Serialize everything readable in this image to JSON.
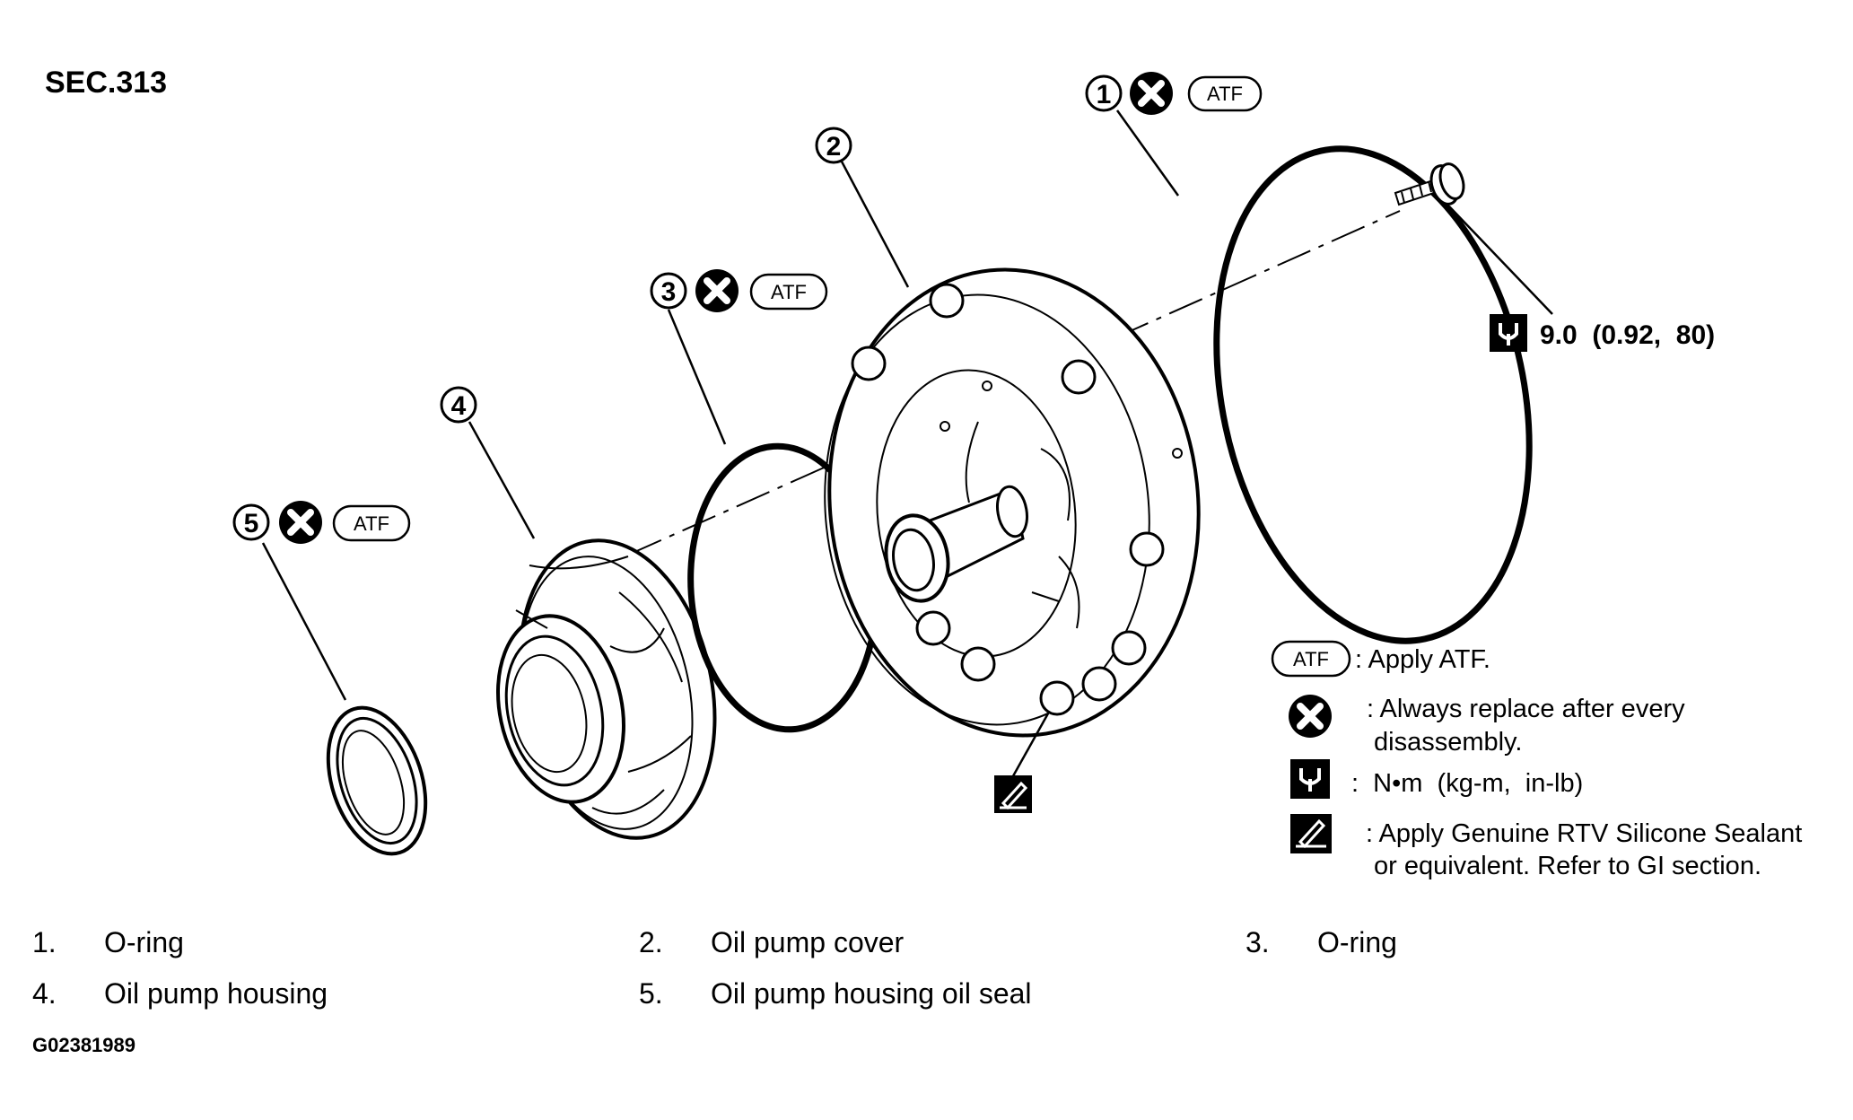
{
  "section_label": "SEC.313",
  "callouts": [
    {
      "number": "①",
      "symbols": [
        "replace",
        "ATF"
      ]
    },
    {
      "number": "②",
      "symbols": []
    },
    {
      "number": "③",
      "symbols": [
        "replace",
        "ATF"
      ]
    },
    {
      "number": "④",
      "symbols": []
    },
    {
      "number": "⑤",
      "symbols": [
        "replace",
        "ATF"
      ]
    }
  ],
  "atf_badge": "ATF",
  "torque_spec": "9.0  (0.92,  80)",
  "legend": [
    {
      "icon": "atf-badge",
      "text": ": Apply ATF."
    },
    {
      "icon": "replace-icon",
      "text": ": Always replace after every",
      "text2": "disassembly."
    },
    {
      "icon": "torque-icon",
      "text": ":  N•m  (kg-m,  in-lb)"
    },
    {
      "icon": "sealant-icon",
      "text": ": Apply Genuine RTV Silicone Sealant",
      "text2": "or equivalent. Refer to GI section."
    }
  ],
  "parts_list": [
    {
      "num": "1.",
      "name": "O-ring"
    },
    {
      "num": "2.",
      "name": "Oil pump cover"
    },
    {
      "num": "3.",
      "name": "O-ring"
    },
    {
      "num": "4.",
      "name": "Oil pump housing"
    },
    {
      "num": "5.",
      "name": "Oil pump housing oil seal"
    }
  ],
  "figure_code": "G02381989",
  "colors": {
    "ink": "#000000",
    "paper": "#ffffff"
  }
}
